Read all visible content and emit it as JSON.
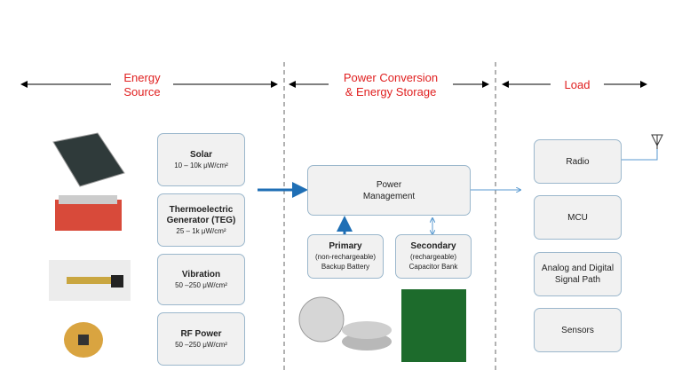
{
  "headers": {
    "source": "Energy\nSource",
    "conversion": "Power Conversion\n& Energy Storage",
    "load": "Load"
  },
  "sources": [
    {
      "title": "Solar",
      "range": "10 – 10k μW/cm²"
    },
    {
      "title": "Thermoelectric Generator (TEG)",
      "range": "25 – 1k μW/cm²"
    },
    {
      "title": "Vibration",
      "range": "50 –250 μW/cm²"
    },
    {
      "title": "RF Power",
      "range": "50 –250 μW/cm²"
    }
  ],
  "power_management": "Power Management",
  "primary": {
    "title": "Primary",
    "sub": "(non-rechargeable)",
    "desc": "Backup Battery"
  },
  "secondary": {
    "title": "Secondary",
    "sub": "(rechargeable)",
    "desc": "Capacitor Bank"
  },
  "loads": [
    "Radio",
    "MCU",
    "Analog and Digital Signal Path",
    "Sensors"
  ],
  "colors": {
    "header": "#e02020",
    "arrow": "#1f6fb5",
    "box_border": "#9bb7cc"
  }
}
